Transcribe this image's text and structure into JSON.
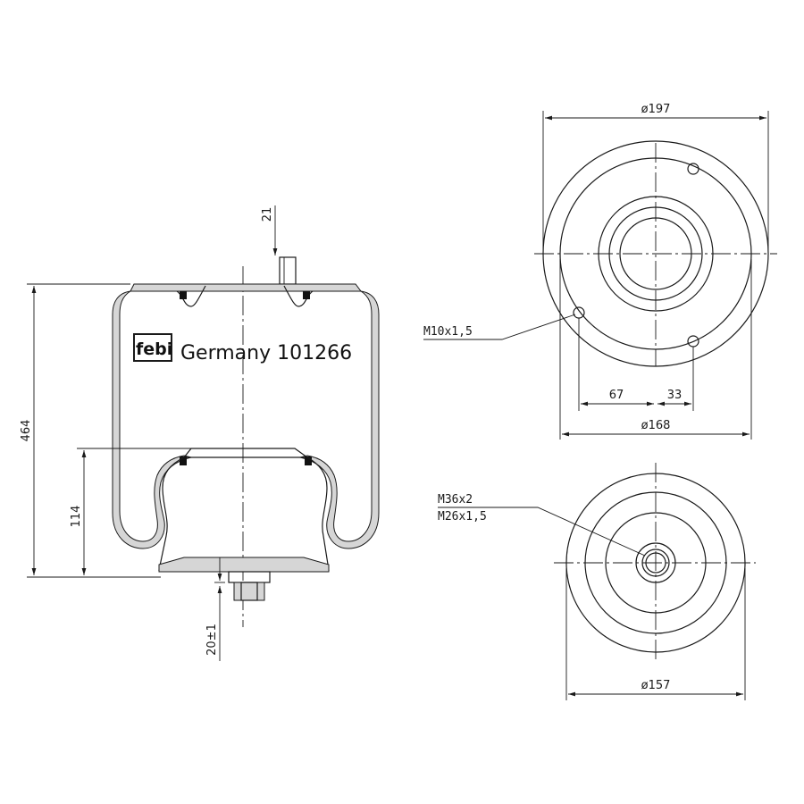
{
  "brand": {
    "logo_text": "febi",
    "caption": "Germany 101266"
  },
  "side_view": {
    "height_total": "464",
    "height_piston": "114",
    "top_stud": "21",
    "bottom_thread": "20±1"
  },
  "top_view": {
    "outer_diameter": "ø197",
    "bolt_circle_diameter": "ø168",
    "offset_a": "67",
    "offset_b": "33",
    "thread_label": "M10x1,5"
  },
  "bottom_view": {
    "diameter": "ø157",
    "thread_1": "M36x2",
    "thread_2": "M26x1,5"
  },
  "colors": {
    "line": "#1a1a1a",
    "section_fill": "#d6d6d6",
    "background": "#ffffff"
  }
}
